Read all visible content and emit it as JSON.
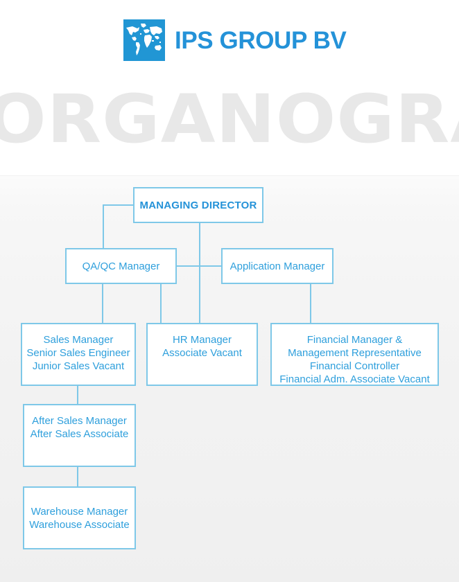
{
  "brand": {
    "logo_icon": "world-map-icon",
    "logo_color": "#2196d4",
    "name": "IPS GROUP BV",
    "name_color": "#2492d8"
  },
  "watermark": {
    "title": "ORGANOGRAM",
    "color": "#e8e8e8"
  },
  "theme": {
    "border_color": "#7ec8e8",
    "text_color": "#2e9fdc",
    "background": "#f2f2f2"
  },
  "org_chart": {
    "nodes": [
      {
        "id": "managing-director",
        "label": "MANAGING DIRECTOR",
        "level": 0,
        "emphasis": "bold"
      },
      {
        "id": "qa-qc-manager",
        "label": "QA/QC Manager",
        "level": 1,
        "emphasis": "normal"
      },
      {
        "id": "application-manager",
        "label": "Application Manager",
        "level": 1,
        "emphasis": "normal"
      },
      {
        "id": "sales",
        "label": "Sales Manager\nSenior Sales Engineer\nJunior Sales Vacant",
        "level": 2,
        "emphasis": "normal"
      },
      {
        "id": "hr",
        "label": "HR Manager\nAssociate Vacant",
        "level": 2,
        "emphasis": "normal"
      },
      {
        "id": "finance",
        "label": "Financial Manager &\nManagement Representative\nFinancial Controller\nFinancial Adm. Associate Vacant",
        "level": 2,
        "emphasis": "normal"
      },
      {
        "id": "after-sales",
        "label": "After Sales Manager\nAfter Sales Associate",
        "level": 3,
        "emphasis": "normal"
      },
      {
        "id": "warehouse",
        "label": "Warehouse Manager\nWarehouse Associate",
        "level": 4,
        "emphasis": "normal"
      }
    ]
  }
}
